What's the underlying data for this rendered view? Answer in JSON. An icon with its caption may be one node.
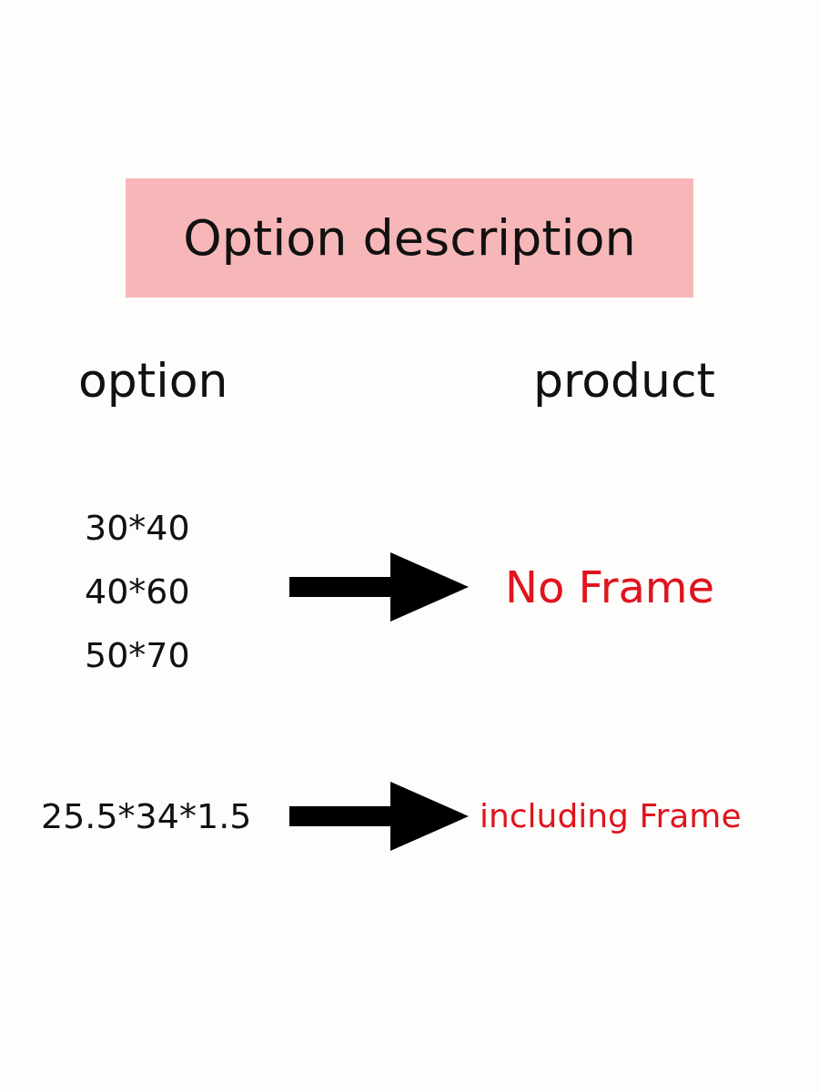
{
  "diagram": {
    "title": "Option description",
    "nodes": [
      {
        "text": [
          "30*40",
          "40*60",
          "50*70"
        ]
      },
      {
        "text": [
          "No Frame"
        ]
      },
      {
        "text": [
          "25.5*34*1.5"
        ]
      },
      {
        "text": [
          "including Frame"
        ]
      }
    ],
    "edges": [
      {
        "from": 0,
        "to": 1,
        "arrow": "to"
      },
      {
        "from": 2,
        "to": 3,
        "arrow": "to"
      }
    ],
    "labels": [
      "option",
      "product"
    ]
  }
}
